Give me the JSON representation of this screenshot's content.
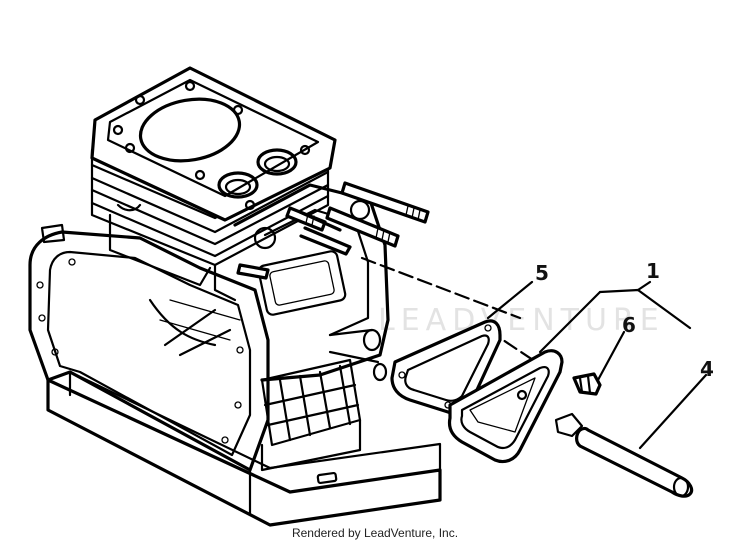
{
  "diagram": {
    "callouts": [
      {
        "id": "c1",
        "label": "1"
      },
      {
        "id": "c4",
        "label": "4"
      },
      {
        "id": "c5",
        "label": "5"
      },
      {
        "id": "c6",
        "label": "6"
      }
    ],
    "watermark": "LEADVENTURE",
    "footer": "Rendered by LeadVenture, Inc.",
    "colors": {
      "line": "#000000",
      "background": "#ffffff",
      "watermark": "#d8d8d8"
    }
  }
}
